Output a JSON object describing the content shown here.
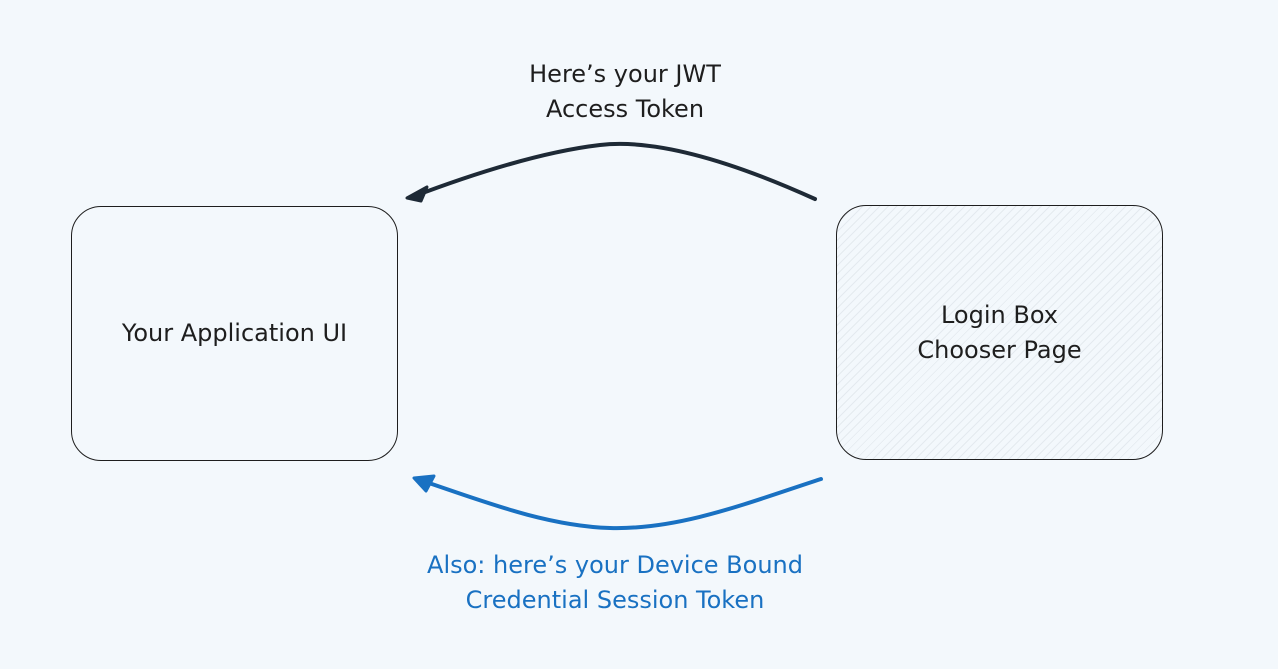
{
  "diagram": {
    "nodes": {
      "app": {
        "label": "Your Application UI"
      },
      "login": {
        "label": "Login Box\nChooser Page"
      }
    },
    "edges": {
      "top": {
        "from": "login",
        "to": "app",
        "label": "Here’s your JWT\nAccess Token",
        "color": "#1e2a36"
      },
      "bottom": {
        "from": "login",
        "to": "app",
        "label": "Also: here’s your Device Bound\nCredential Session Token",
        "color": "#1971c2"
      }
    }
  }
}
